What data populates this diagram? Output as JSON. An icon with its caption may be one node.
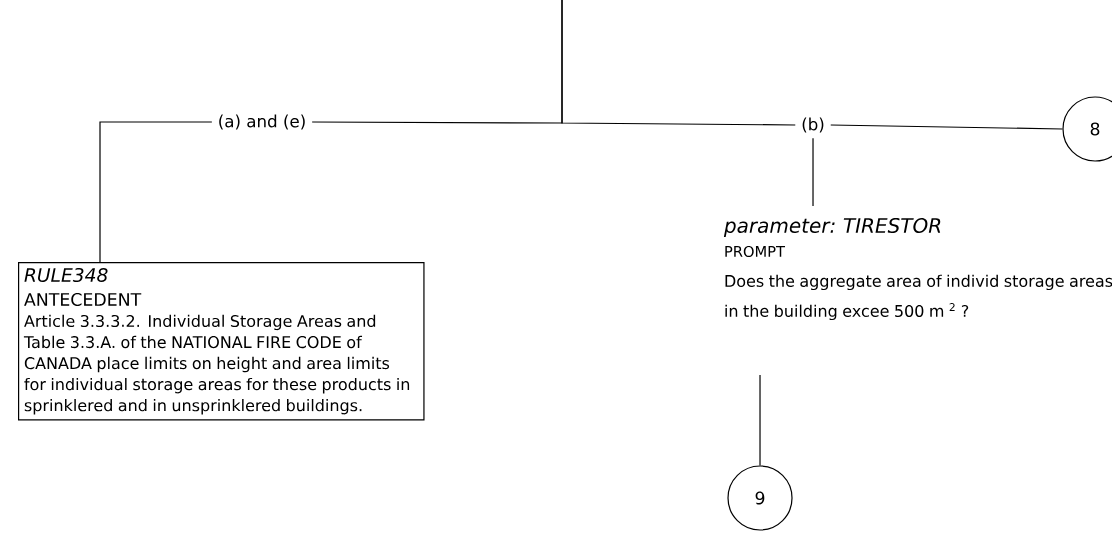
{
  "diagram": {
    "nodes": [
      {
        "text": [
          "(a) and (e)"
        ]
      },
      {
        "text": [
          "(b)"
        ]
      },
      {
        "text": [
          "8"
        ]
      },
      {
        "text": [
          "RULE348",
          "ANTECEDENT",
          "Article 3.3.3.2. Individual Storage Areas and Table 3.3.A. of the NATIONAL FIRE CODE of CANADA place limits on height and area limits for individual storage areas for these products in sprinklered and in unsprinklered buildings."
        ]
      },
      {
        "text": [
          "parameter: TIRESTOR",
          "PROMPT",
          "Does the aggregate area of individ storage areas in the building excee 500 m $^{2}$ ?"
        ]
      },
      {
        "text": [
          "9"
        ]
      }
    ],
    "edges": [
      {
        "from": null,
        "to": 0,
        "arrow": "none"
      },
      {
        "from": null,
        "to": 1,
        "arrow": "none"
      },
      {
        "from": 0,
        "to": 3,
        "arrow": "none"
      },
      {
        "from": 1,
        "to": 2,
        "arrow": "none"
      },
      {
        "from": 1,
        "to": 4,
        "arrow": "none"
      },
      {
        "from": 4,
        "to": 5,
        "arrow": "none"
      }
    ]
  }
}
